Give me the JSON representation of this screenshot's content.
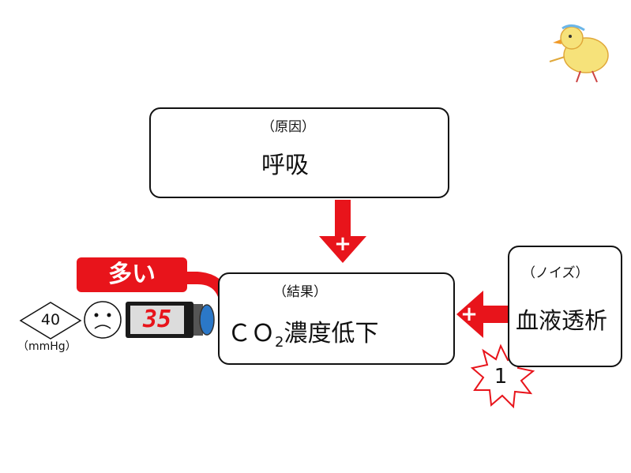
{
  "cause_box": {
    "caption": "（原因）",
    "label": "呼吸"
  },
  "result_box": {
    "caption": "（結果）",
    "label_prefix": "ＣＯ",
    "label_sub": "2",
    "label_suffix": "濃度低下"
  },
  "noise_box": {
    "caption": "（ノイズ）",
    "label": "血液透析"
  },
  "cause_arrow_sign": "+",
  "noise_arrow_sign": "+",
  "effect_tag": "多い",
  "gauge": {
    "value": "40",
    "unit": "（mmHg）"
  },
  "sensor_display": "35",
  "burst_number": "1",
  "colors": {
    "accent": "#e8141b",
    "border": "#111111"
  },
  "icons": [
    "chick-icon",
    "frown-face-icon",
    "capnometer-icon",
    "burst-icon",
    "up-arrow-icon"
  ]
}
